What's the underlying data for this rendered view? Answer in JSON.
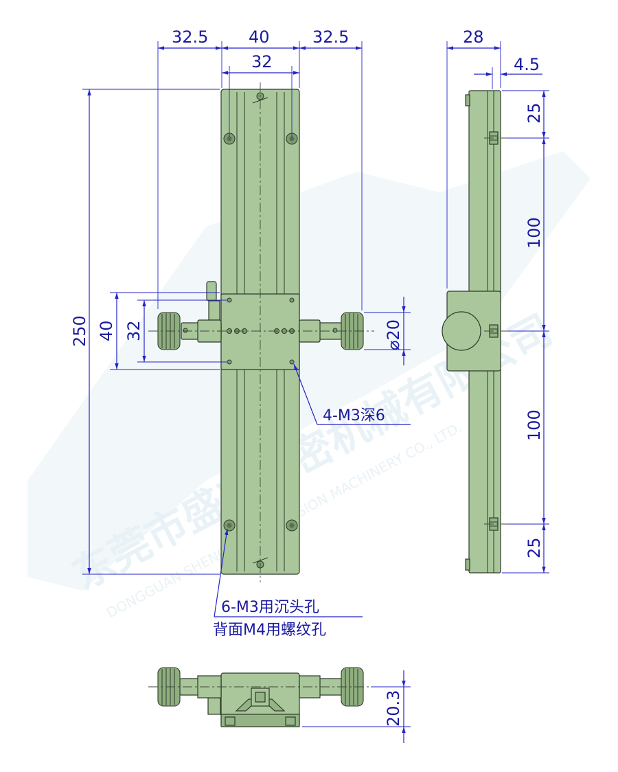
{
  "watermark": {
    "text": "东莞市盛兴精密机械有限公司",
    "subtext": "DONGGUAN SHENGXING PRECISION MACHINERY CO., LTD.",
    "color": "#e4eff5"
  },
  "colors": {
    "part": "#a9c79b",
    "dimension": "#2323c8",
    "outline": "#2e3a2a"
  },
  "front_view": {
    "dims": {
      "top_left": "32.5",
      "top_mid": "40",
      "top_right": "32.5",
      "inner": "32",
      "length": "250",
      "carriage_h1": "40",
      "carriage_h2": "32",
      "knob_dia": "⌀20"
    },
    "callouts": {
      "carriage_holes": "4-M3深6",
      "base_holes_line1": "6-M3用沉头孔",
      "base_holes_line2": "背面M4用螺纹孔"
    }
  },
  "side_view": {
    "dims": {
      "width": "28",
      "offset": "4.5",
      "seg1": "25",
      "seg2": "100",
      "seg3": "100",
      "seg4": "25"
    }
  },
  "end_view": {
    "dims": {
      "height": "20.3"
    }
  }
}
